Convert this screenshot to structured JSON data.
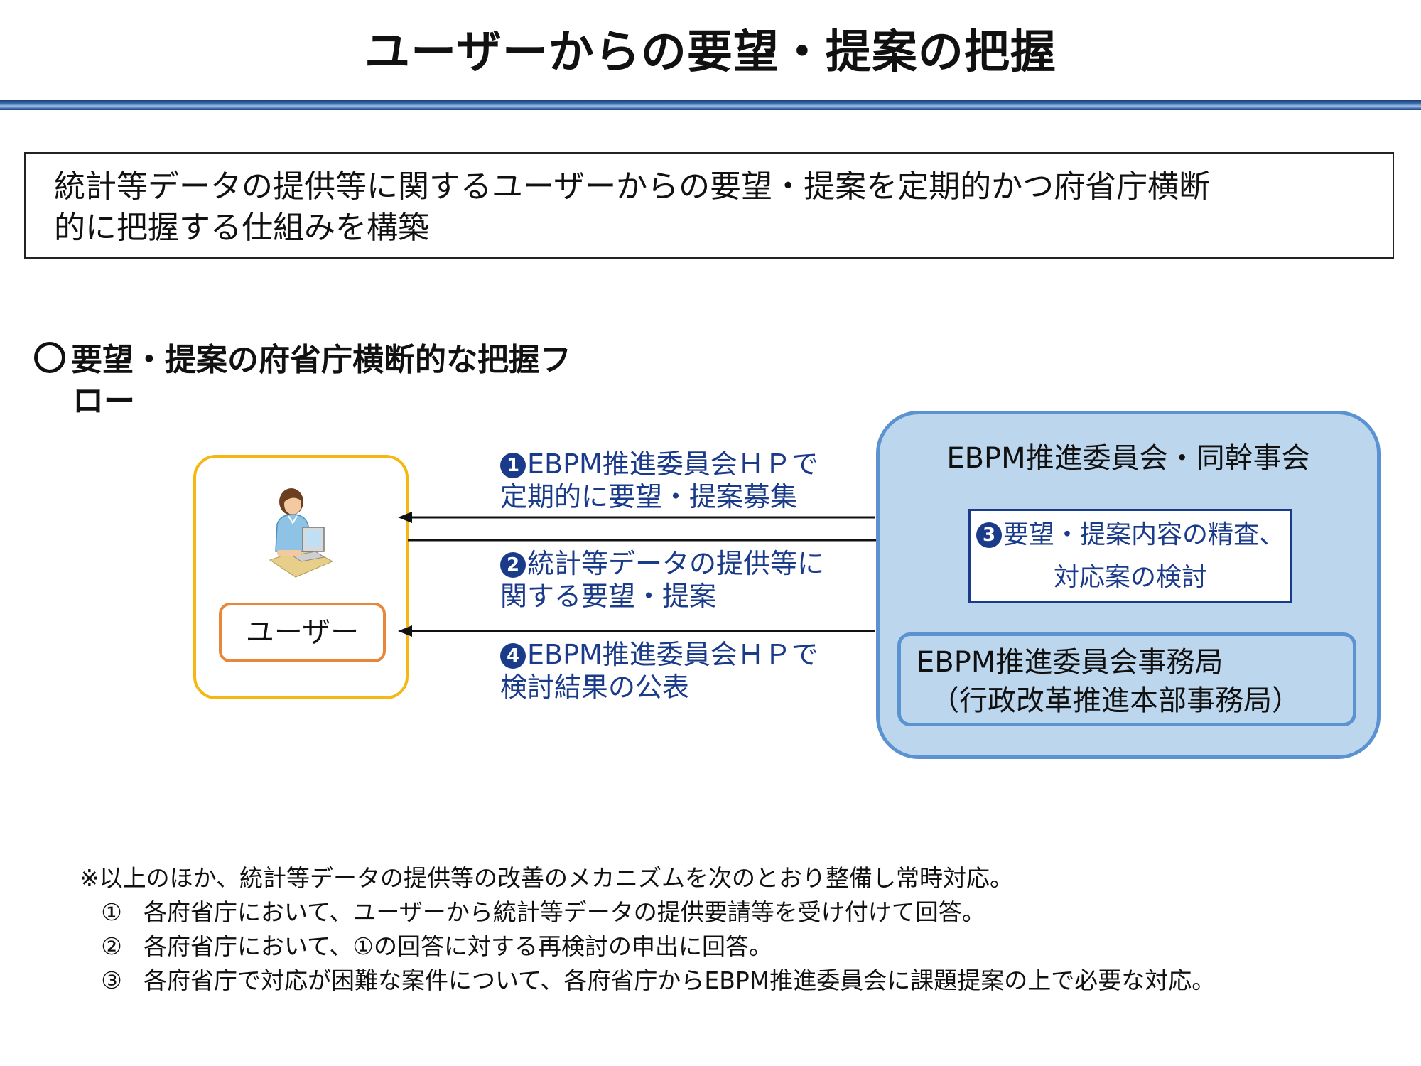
{
  "header": {
    "title": "ユーザーからの要望・提案の把握"
  },
  "summary": {
    "line1": "統計等データの提供等に関するユーザーからの要望・提案を定期的かつ府省庁横断",
    "line2": "的に把握する仕組みを構築"
  },
  "section": {
    "heading_line1": "要望・提案の府省庁横断的な把握フ",
    "heading_line2": "ロー"
  },
  "user": {
    "label": "ユーザー",
    "icon": "user-at-computer-icon"
  },
  "messages": [
    {
      "number": "1",
      "line1": "EBPM推進委員会ＨＰで",
      "line2": "定期的に要望・提案募集"
    },
    {
      "number": "2",
      "line1": "統計等データの提供等に",
      "line2": "関する要望・提案"
    },
    {
      "number": "4",
      "line1": "EBPM推進委員会ＨＰで",
      "line2": "検討結果の公表"
    }
  ],
  "committee": {
    "title": "EBPM推進委員会・同幹事会",
    "review": {
      "number": "3",
      "line1": "要望・提案内容の精査、",
      "line2": "対応案の検討"
    },
    "secretariat": {
      "line1": "EBPM推進委員会事務局",
      "line2": "（行政改革推進本部事務局）"
    }
  },
  "notes": {
    "intro": "※以上のほか、統計等データの提供等の改善のメカニズムを次のとおり整備し常時対応。",
    "items": [
      {
        "mark": "①",
        "text": "各府省庁において、ユーザーから統計等データの提供要請等を受け付けて回答。"
      },
      {
        "mark": "②",
        "text": "各府省庁において、①の回答に対する再検討の申出に回答。"
      },
      {
        "mark": "③",
        "text": "各府省庁で対応が困難な案件について、各府省庁からEBPM推進委員会に課題提案の上で必要な対応。"
      }
    ]
  },
  "colors": {
    "accent_navy": "#1a3a8a",
    "user_border": "#f5b812",
    "user_label_border": "#e8873a",
    "committee_fill": "#bcd6ee",
    "committee_border": "#5b93d0"
  }
}
